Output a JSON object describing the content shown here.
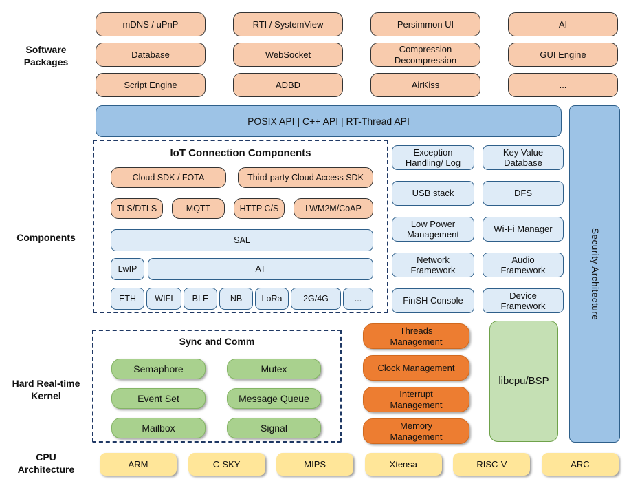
{
  "palette": {
    "peach_fill": "#F8CBAD",
    "peach_border": "#333333",
    "blue_fill": "#9DC3E6",
    "blue_border": "#2E5F8A",
    "light_blue_fill": "#DEEBF7",
    "green_fill": "#A9D18E",
    "light_green_fill": "#C5E0B4",
    "dark_orange_fill": "#ED7D31",
    "yellow_fill": "#FFE699",
    "dash_border": "#1F3864"
  },
  "labels": {
    "software_packages": "Software\nPackages",
    "components": "Components",
    "kernel": "Hard Real-time\nKernel",
    "cpu": "CPU\nArchitecture"
  },
  "software_packages": {
    "rows": [
      [
        "mDNS / uPnP",
        "RTI / SystemView",
        "Persimmon UI",
        "AI"
      ],
      [
        "Database",
        "WebSocket",
        "Compression\nDecompression",
        "GUI Engine"
      ],
      [
        "Script Engine",
        "ADBD",
        "AirKiss",
        "..."
      ]
    ]
  },
  "api_bar": {
    "label": "POSIX API  |  C++ API  |  RT-Thread API"
  },
  "security": {
    "label": "Security Architecture"
  },
  "iot": {
    "title": "IoT Connection Components",
    "cloud_sdk": "Cloud SDK / FOTA",
    "third_party": "Third-party Cloud Access SDK",
    "protocols": [
      "TLS/DTLS",
      "MQTT",
      "HTTP C/S",
      "LWM2M/CoAP"
    ],
    "sal": "SAL",
    "lwip": "LwIP",
    "at": "AT",
    "interfaces": [
      "ETH",
      "WIFI",
      "BLE",
      "NB",
      "LoRa",
      "2G/4G",
      "..."
    ]
  },
  "services": [
    "Exception\nHandling/ Log",
    "Key Value\nDatabase",
    "USB stack",
    "DFS",
    "Low Power\nManagement",
    "Wi-Fi Manager",
    "Network\nFramework",
    "Audio\nFramework",
    "FinSH Console",
    "Device\nFramework"
  ],
  "kernel": {
    "sync_title": "Sync and Comm",
    "sync_items": [
      "Semaphore",
      "Mutex",
      "Event Set",
      "Message Queue",
      "Mailbox",
      "Signal"
    ],
    "management": [
      "Threads\nManagement",
      "Clock Management",
      "Interrupt\nManagement",
      "Memory\nManagement"
    ],
    "libcpu": "libcpu/BSP"
  },
  "cpu_architectures": [
    "ARM",
    "C-SKY",
    "MIPS",
    "Xtensa",
    "RISC-V",
    "ARC"
  ]
}
